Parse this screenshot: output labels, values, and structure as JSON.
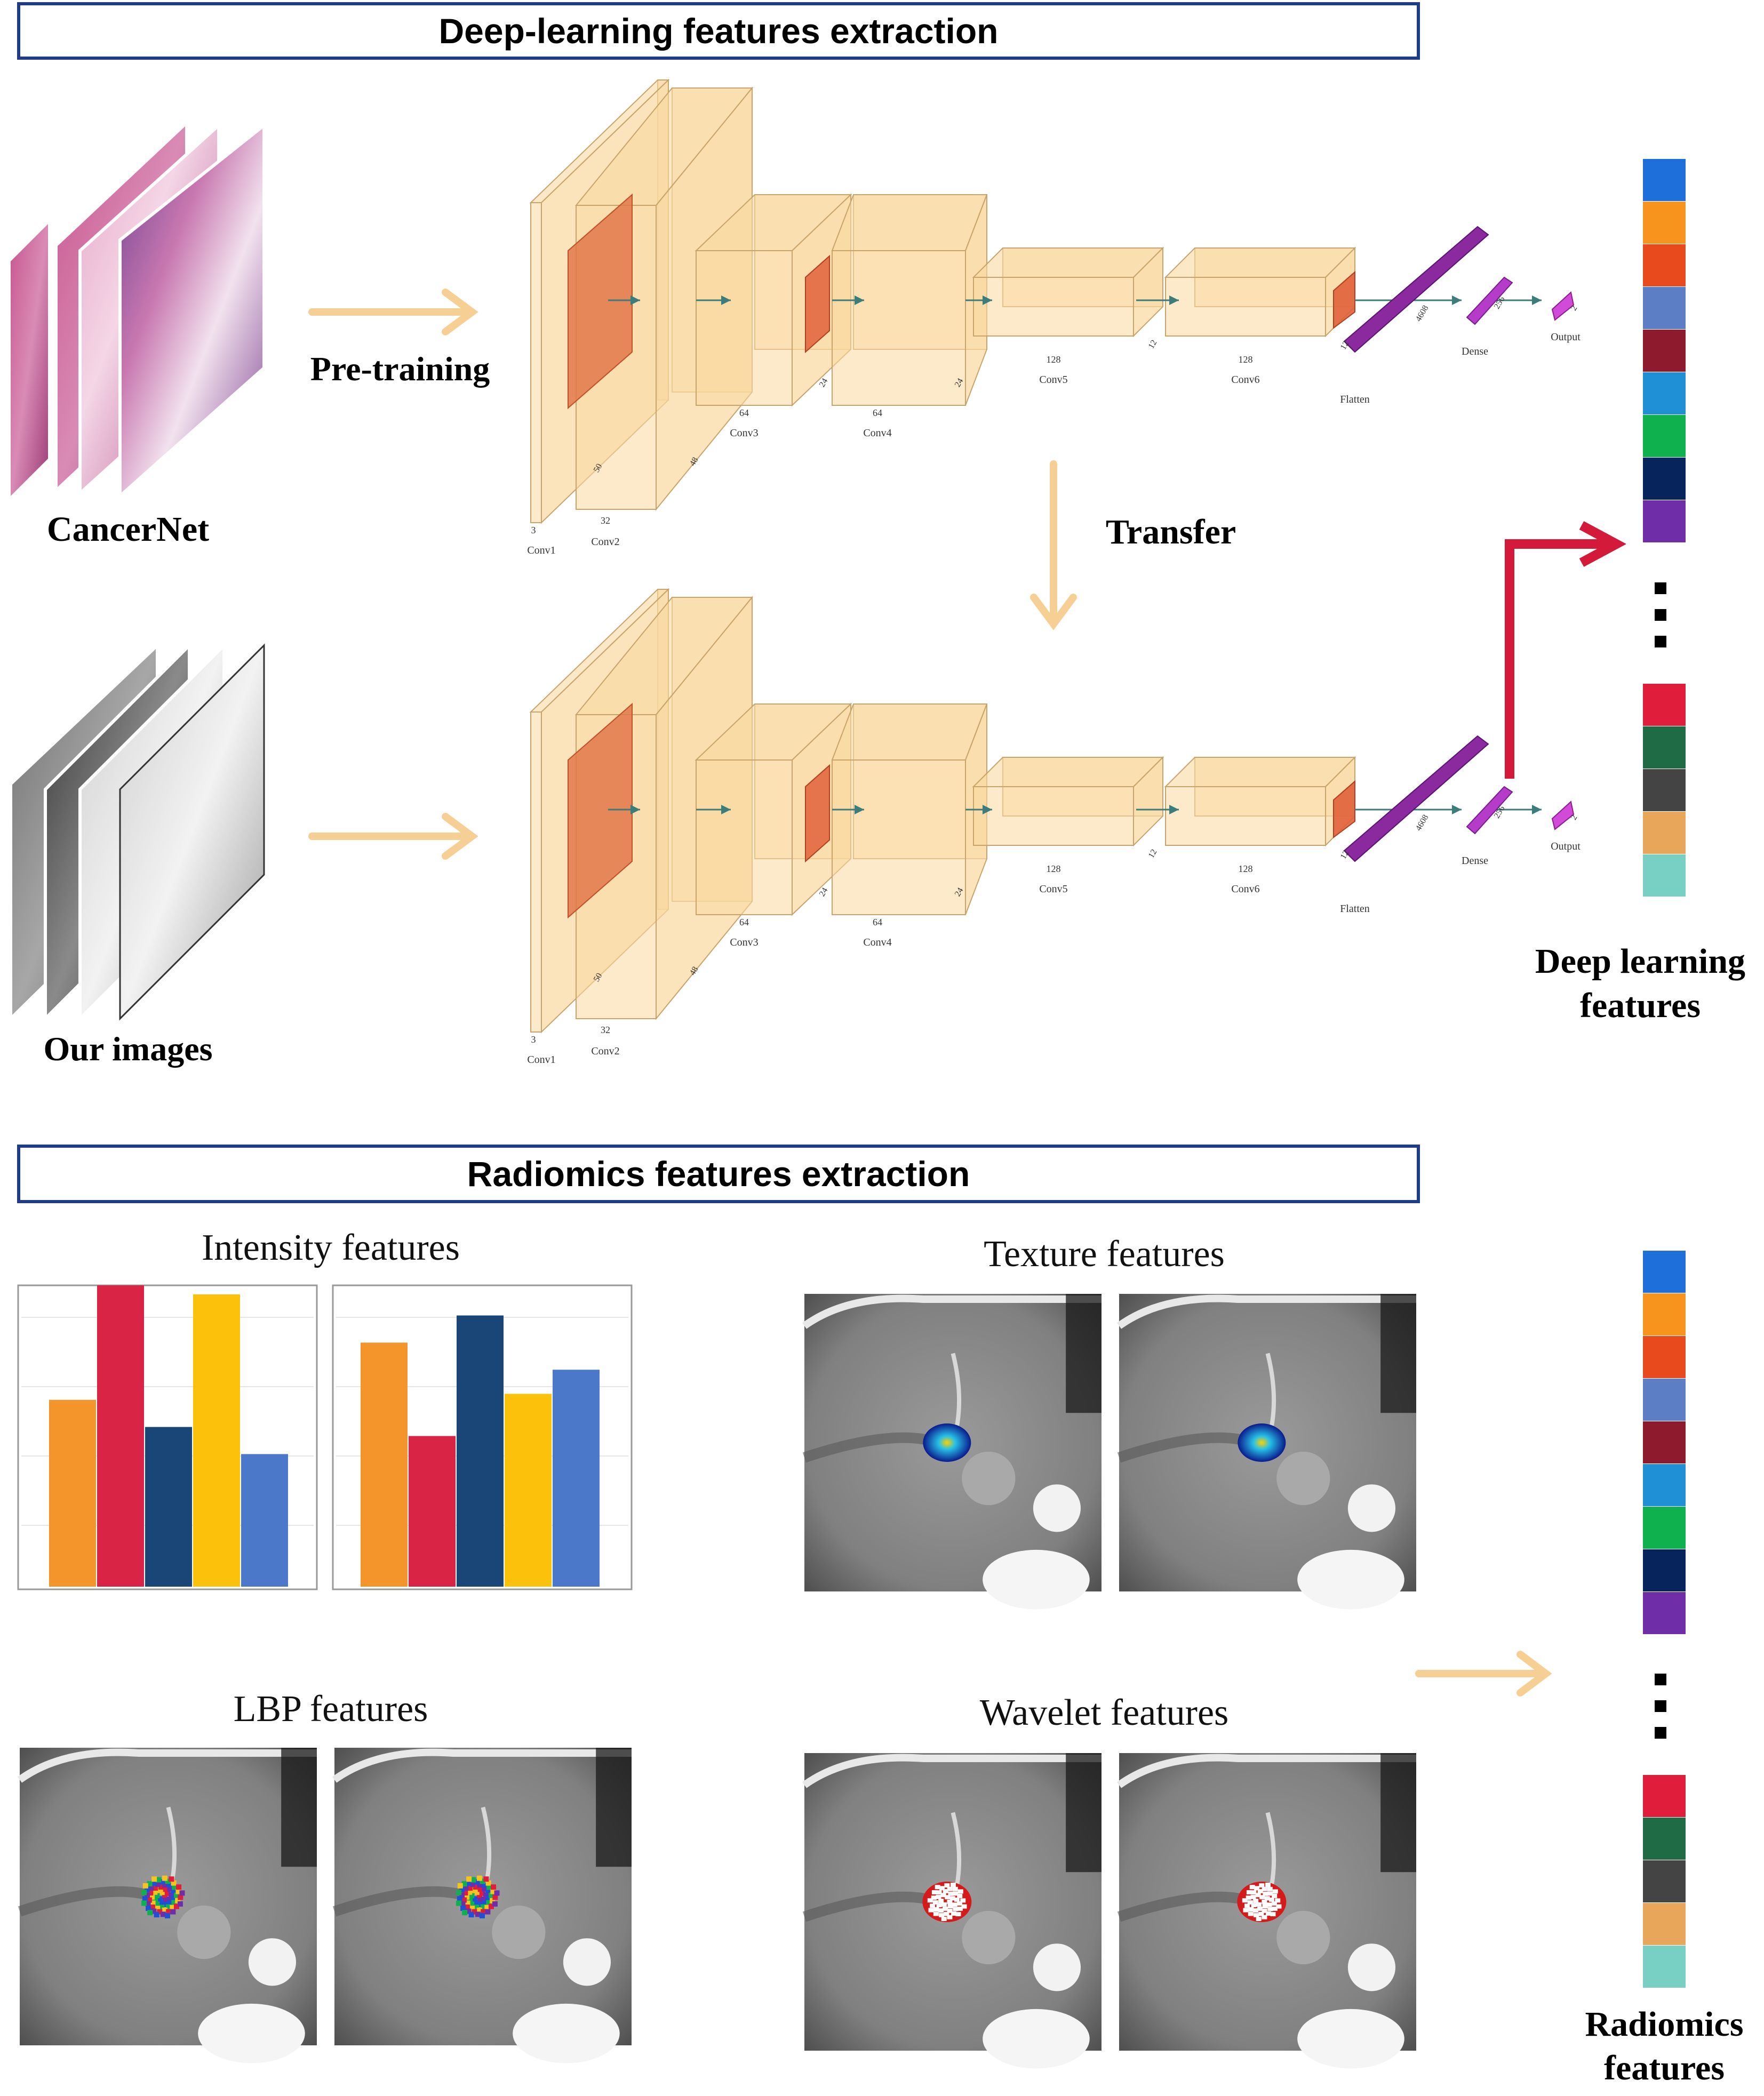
{
  "section_top": {
    "title": "Deep-learning features extraction"
  },
  "section_bottom": {
    "title": "Radiomics features extraction"
  },
  "inputs": {
    "pretrain_source": "CancerNet",
    "target_source": "Our images",
    "pretrain_arrow_label": "Pre-training",
    "transfer_label": "Transfer"
  },
  "network": {
    "layers": [
      {
        "name": "Conv1",
        "depth": "3"
      },
      {
        "name": "Conv2",
        "depth": "32",
        "dims": [
          "50",
          "48"
        ]
      },
      {
        "name": "Conv3",
        "depth": "64",
        "dims": [
          "24"
        ]
      },
      {
        "name": "Conv4",
        "depth": "64",
        "dims": [
          "24"
        ]
      },
      {
        "name": "Conv5",
        "depth": "128",
        "dims": [
          "12"
        ]
      },
      {
        "name": "Conv6",
        "depth": "128",
        "dims": [
          "12"
        ]
      },
      {
        "name": "Flatten",
        "depth": "4608"
      },
      {
        "name": "Dense",
        "depth": "256"
      },
      {
        "name": "Output",
        "depth": "2"
      }
    ]
  },
  "outputs": {
    "deep_label_line1": "Deep learning",
    "deep_label_line2": "features",
    "radiomics_label_line1": "Radiomics",
    "radiomics_label_line2": "features",
    "ellipsis": "⋮",
    "colors_top": [
      "#1e6fd9",
      "#f7941d",
      "#e8491d",
      "#5b7ec4",
      "#8e1b2d",
      "#1f8fd6",
      "#0fb14f",
      "#07245c",
      "#6f2ea8"
    ],
    "colors_bottom": [
      "#e01e3c",
      "#1e6b45",
      "#444444",
      "#e8a65a",
      "#78cfc4"
    ]
  },
  "radiomics": {
    "intensity_label": "Intensity features",
    "texture_label": "Texture features",
    "lbp_label": "LBP features",
    "wavelet_label": "Wavelet features",
    "bar_colors": [
      "#f3952b",
      "#da2445",
      "#1a4677",
      "#fbc10b",
      "#4b78c8"
    ],
    "chart1_levels": [
      0.62,
      1.0,
      0.53,
      0.97,
      0.44
    ],
    "chart2_levels": [
      0.81,
      0.5,
      0.9,
      0.64,
      0.72
    ]
  }
}
